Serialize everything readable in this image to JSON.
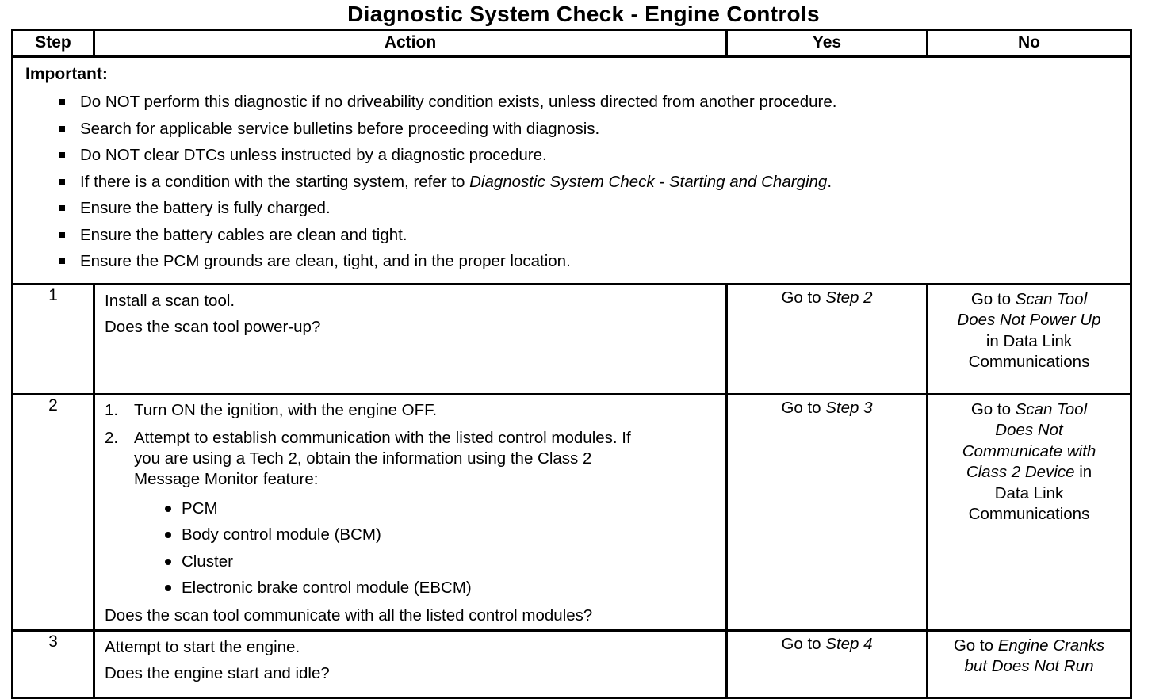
{
  "title": "Diagnostic System Check - Engine Controls",
  "colors": {
    "ink": "#000000",
    "paper": "#ffffff"
  },
  "table": {
    "headers": {
      "step": "Step",
      "action": "Action",
      "yes": "Yes",
      "no": "No"
    },
    "important": {
      "label": "Important:",
      "bullets": [
        {
          "segments": [
            {
              "t": "Do NOT perform this diagnostic if no driveability condition exists, unless directed from another procedure."
            }
          ]
        },
        {
          "segments": [
            {
              "t": "Search for applicable service bulletins before proceeding with diagnosis."
            }
          ]
        },
        {
          "segments": [
            {
              "t": "Do NOT clear DTCs unless instructed by a diagnostic procedure."
            }
          ]
        },
        {
          "segments": [
            {
              "t": "If there is a condition with the starting system, refer to "
            },
            {
              "t": "Diagnostic System Check - Starting and Charging",
              "i": true
            },
            {
              "t": "."
            }
          ]
        },
        {
          "segments": [
            {
              "t": "Ensure the battery is fully charged."
            }
          ]
        },
        {
          "segments": [
            {
              "t": "Ensure the battery cables are clean and tight."
            }
          ]
        },
        {
          "segments": [
            {
              "t": "Ensure the PCM grounds are clean, tight, and in the proper location."
            }
          ]
        }
      ]
    },
    "rows": [
      {
        "step": "1",
        "action_lines": [
          "Install a scan tool.",
          "Does the scan tool power-up?"
        ],
        "yes_segments": [
          {
            "t": "Go to "
          },
          {
            "t": "Step 2",
            "i": true
          }
        ],
        "no_lines": [
          [
            {
              "t": "Go to "
            },
            {
              "t": "Scan Tool",
              "i": true
            }
          ],
          [
            {
              "t": "Does Not Power Up",
              "i": true
            }
          ],
          [
            {
              "t": "in Data Link"
            }
          ],
          [
            {
              "t": "Communications"
            }
          ]
        ]
      },
      {
        "step": "2",
        "numbered_items": [
          {
            "num": "1.",
            "text": "Turn ON the ignition, with the engine OFF."
          },
          {
            "num": "2.",
            "text": "Attempt to establish communication with the listed control modules. If you are using a Tech 2, obtain the information using the Class 2 Message Monitor feature:"
          }
        ],
        "sub_bullets": [
          "PCM",
          "Body control module (BCM)",
          "Cluster",
          "Electronic brake control module (EBCM)"
        ],
        "question": "Does the scan tool communicate with all the listed control modules?",
        "yes_segments": [
          {
            "t": "Go to "
          },
          {
            "t": "Step 3",
            "i": true
          }
        ],
        "no_lines": [
          [
            {
              "t": "Go to "
            },
            {
              "t": "Scan Tool",
              "i": true
            }
          ],
          [
            {
              "t": "Does Not",
              "i": true
            }
          ],
          [
            {
              "t": "Communicate with",
              "i": true
            }
          ],
          [
            {
              "t": "Class 2 Device",
              "i": true
            },
            {
              "t": " in"
            }
          ],
          [
            {
              "t": "Data Link"
            }
          ],
          [
            {
              "t": "Communications"
            }
          ]
        ]
      },
      {
        "step": "3",
        "action_lines": [
          "Attempt to start the engine.",
          "Does the engine start and idle?"
        ],
        "yes_segments": [
          {
            "t": "Go to "
          },
          {
            "t": "Step 4",
            "i": true
          }
        ],
        "no_lines": [
          [
            {
              "t": "Go to "
            },
            {
              "t": "Engine Cranks",
              "i": true
            }
          ],
          [
            {
              "t": "but Does Not Run",
              "i": true
            }
          ]
        ]
      }
    ]
  }
}
